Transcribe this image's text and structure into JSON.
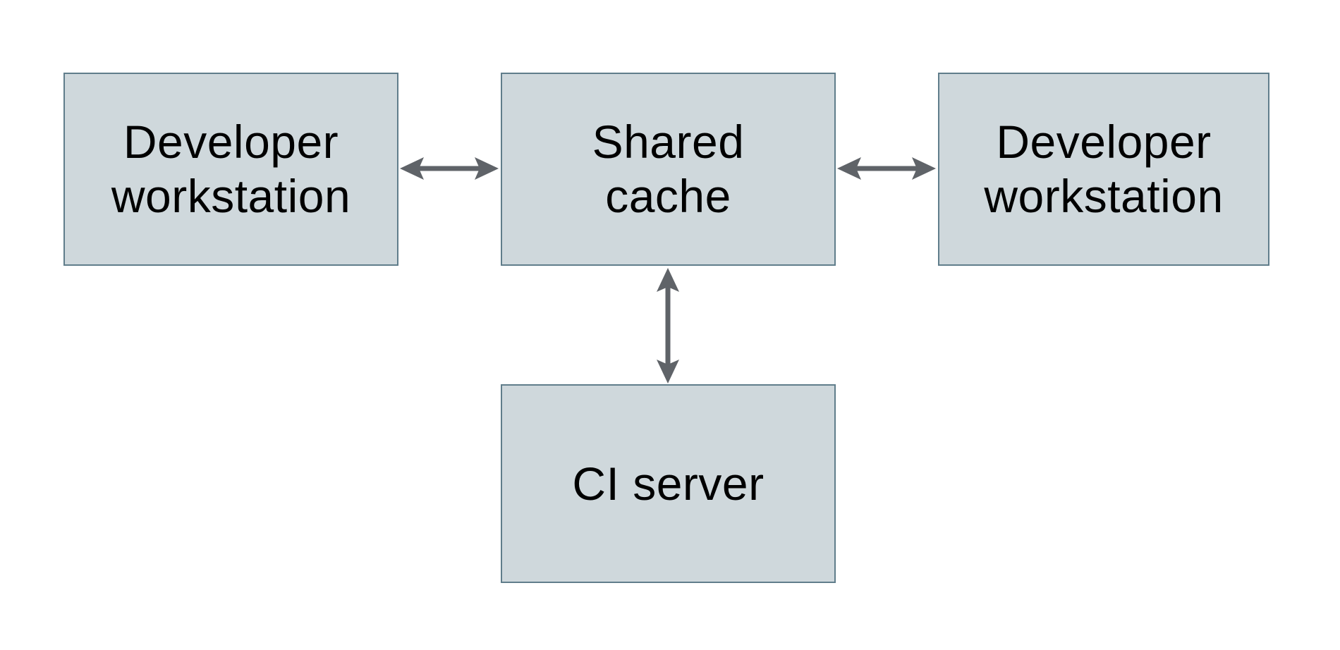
{
  "diagram": {
    "nodes": [
      {
        "id": "developer-workstation-left",
        "label": "Developer workstation"
      },
      {
        "id": "shared-cache",
        "label": "Shared cache"
      },
      {
        "id": "developer-workstation-right",
        "label": "Developer workstation"
      },
      {
        "id": "ci-server",
        "label": "CI server"
      }
    ],
    "connectors": [
      {
        "from": "developer-workstation-left",
        "to": "shared-cache",
        "type": "bidirectional"
      },
      {
        "from": "shared-cache",
        "to": "developer-workstation-right",
        "type": "bidirectional"
      },
      {
        "from": "shared-cache",
        "to": "ci-server",
        "type": "bidirectional"
      }
    ]
  },
  "colors": {
    "background": "#ffffff",
    "node_fill": "#cfd8dc",
    "node_border": "#607d8b",
    "arrow": "#5f6368",
    "text": "#000000"
  }
}
